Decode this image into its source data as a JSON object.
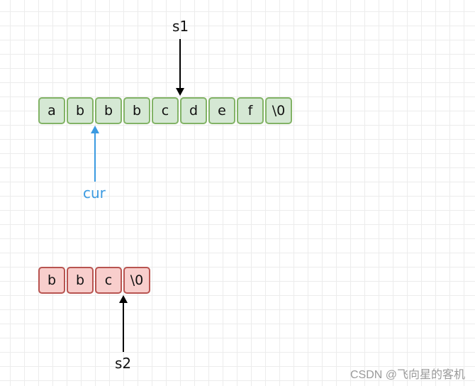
{
  "s1_cells": [
    "a",
    "b",
    "b",
    "b",
    "c",
    "d",
    "e",
    "f",
    "\\0"
  ],
  "s2_cells": [
    "b",
    "b",
    "c",
    "\\0"
  ],
  "labels": {
    "s1": "s1",
    "cur": "cur",
    "s2": "s2"
  },
  "watermark": "CSDN @飞向星的客机",
  "colors": {
    "s1_fill": "#d5e8d4",
    "s1_stroke": "#82b366",
    "s2_fill": "#f8cecc",
    "s2_stroke": "#b85450",
    "cur_arrow": "#3b9ae1",
    "arrow": "#000000"
  }
}
